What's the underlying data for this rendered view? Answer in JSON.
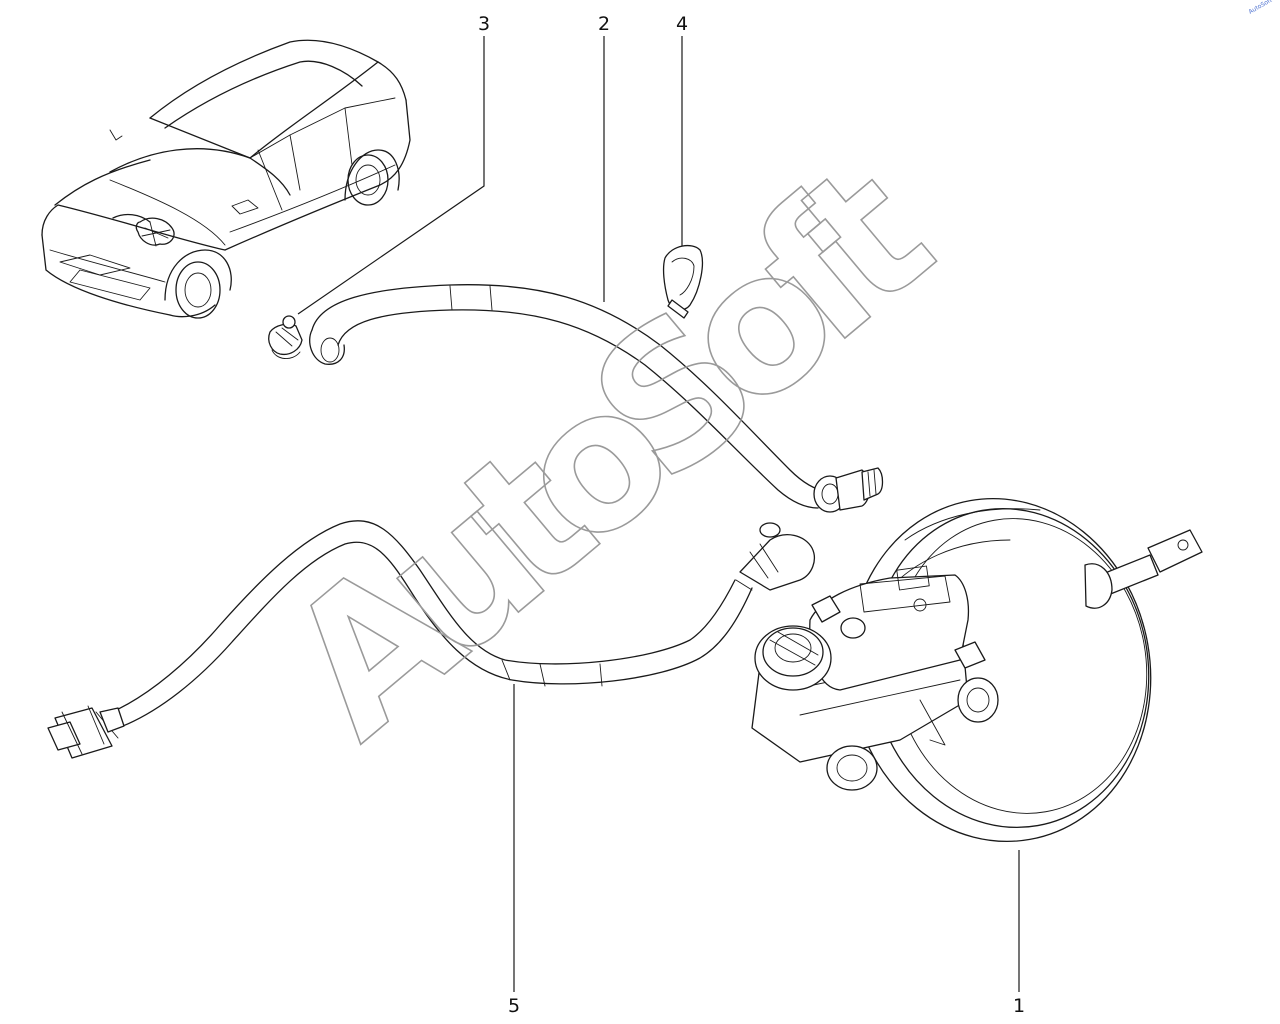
{
  "callouts": [
    {
      "id": "1",
      "label": "1"
    },
    {
      "id": "2",
      "label": "2"
    },
    {
      "id": "3",
      "label": "3"
    },
    {
      "id": "4",
      "label": "4"
    },
    {
      "id": "5",
      "label": "5"
    }
  ],
  "watermark": {
    "text": "AutoSoft",
    "color": "#9a9a9a"
  },
  "corner_mark": {
    "text": "AutoSoft"
  },
  "colors": {
    "line": "#1a1a1a",
    "background": "#ffffff"
  }
}
